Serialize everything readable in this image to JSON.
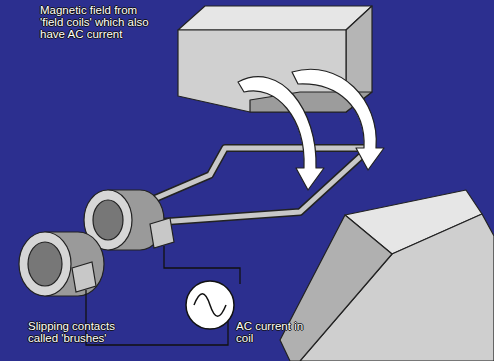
{
  "diagram": {
    "labels": [
      "Magnetic field from 'field coils' which also have AC current",
      "Slipping contacts called 'brushes'",
      "AC current in coil"
    ]
  }
}
